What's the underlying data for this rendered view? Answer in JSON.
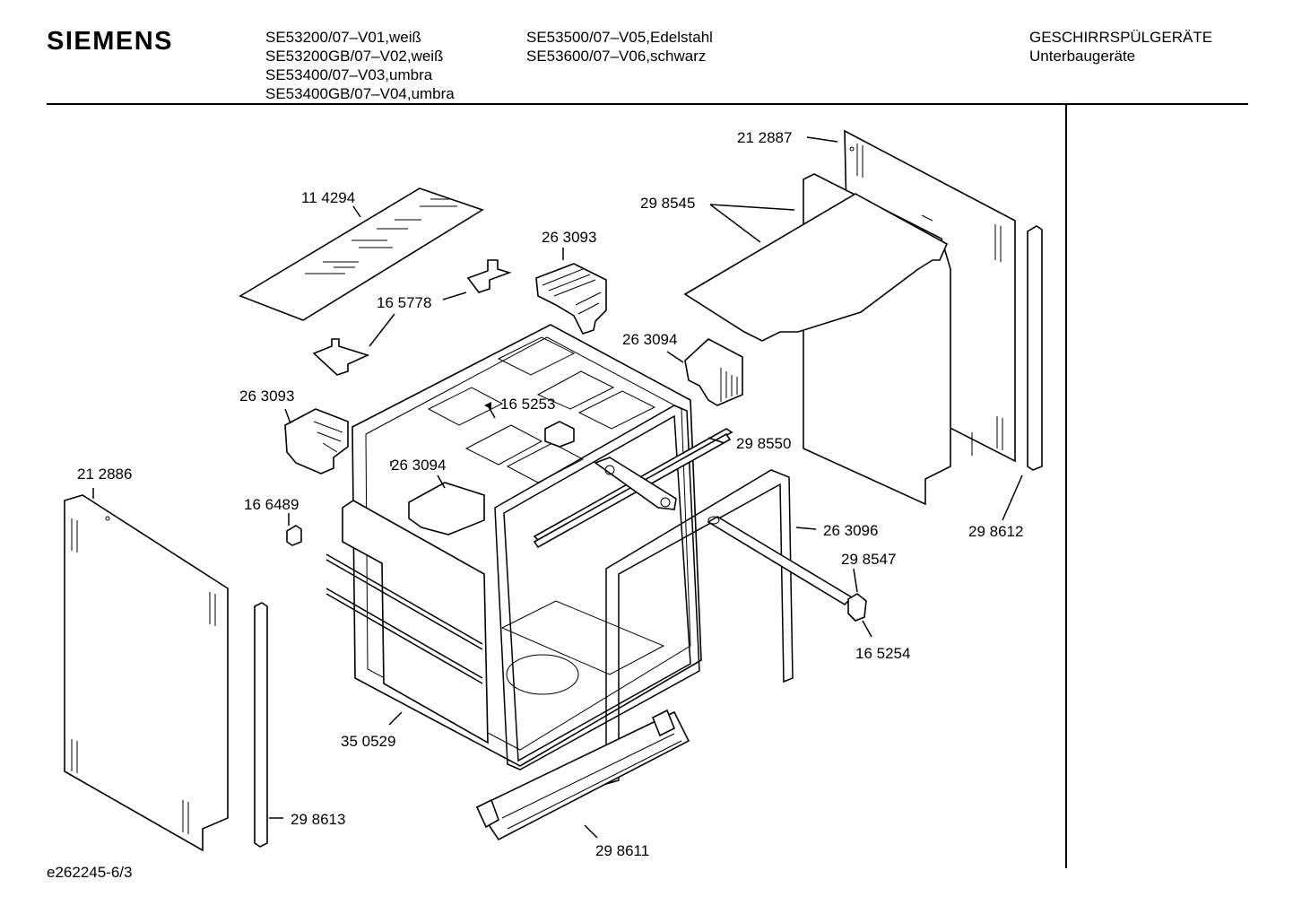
{
  "header": {
    "brand": "SIEMENS",
    "models_col1": [
      "SE53200/07–V01,weiß",
      "SE53200GB/07–V02,weiß",
      "SE53400/07–V03,umbra",
      "SE53400GB/07–V04,umbra"
    ],
    "models_col2": [
      "SE53500/07–V05,Edelstahl",
      "SE53600/07–V06,schwarz"
    ],
    "category": "GESCHIRRSPÜLGERÄTE",
    "subcategory": "Unterbaugeräte"
  },
  "parts": [
    {
      "id": "p-212887",
      "label": "21 2887"
    },
    {
      "id": "p-298545",
      "label": "29 8545"
    },
    {
      "id": "p-114294",
      "label": "11 4294"
    },
    {
      "id": "p-263093a",
      "label": "26 3093"
    },
    {
      "id": "p-165778",
      "label": "16 5778"
    },
    {
      "id": "p-263094a",
      "label": "26 3094"
    },
    {
      "id": "p-165253",
      "label": "16 5253"
    },
    {
      "id": "p-263093b",
      "label": "26 3093"
    },
    {
      "id": "p-298550",
      "label": "29 8550"
    },
    {
      "id": "p-263094b",
      "label": "26 3094"
    },
    {
      "id": "p-212886",
      "label": "21 2886"
    },
    {
      "id": "p-166489",
      "label": "16 6489"
    },
    {
      "id": "p-263096",
      "label": "26 3096"
    },
    {
      "id": "p-298612",
      "label": "29 8612"
    },
    {
      "id": "p-298547",
      "label": "29 8547"
    },
    {
      "id": "p-165254",
      "label": "16 5254"
    },
    {
      "id": "p-350529",
      "label": "35 0529"
    },
    {
      "id": "p-298613",
      "label": "29 8613"
    },
    {
      "id": "p-298611",
      "label": "29 8611"
    }
  ],
  "footer": {
    "drawing_id": "e262245-6/3"
  }
}
